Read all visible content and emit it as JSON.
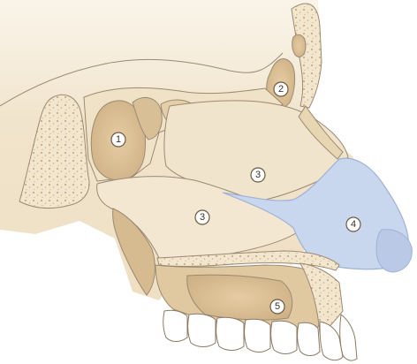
{
  "colors": {
    "skull": "#f1e4cc",
    "skull_dark": "#e7d3b0",
    "sinus": "#dcc29a",
    "septum_plate": "#eadbc0",
    "cartilage": "#c8d6ee",
    "cartilage_edge": "#9fb2d6",
    "teeth": "#ffffff",
    "cortex": "#e9d7b6",
    "porous_dot": "#c9ad82"
  },
  "labels": [
    {
      "id": "label-1",
      "text": "1"
    },
    {
      "id": "label-2",
      "text": "2"
    },
    {
      "id": "label-3a",
      "text": "3"
    },
    {
      "id": "label-3b",
      "text": "3"
    },
    {
      "id": "label-4",
      "text": "4"
    },
    {
      "id": "label-5",
      "text": "5"
    }
  ]
}
